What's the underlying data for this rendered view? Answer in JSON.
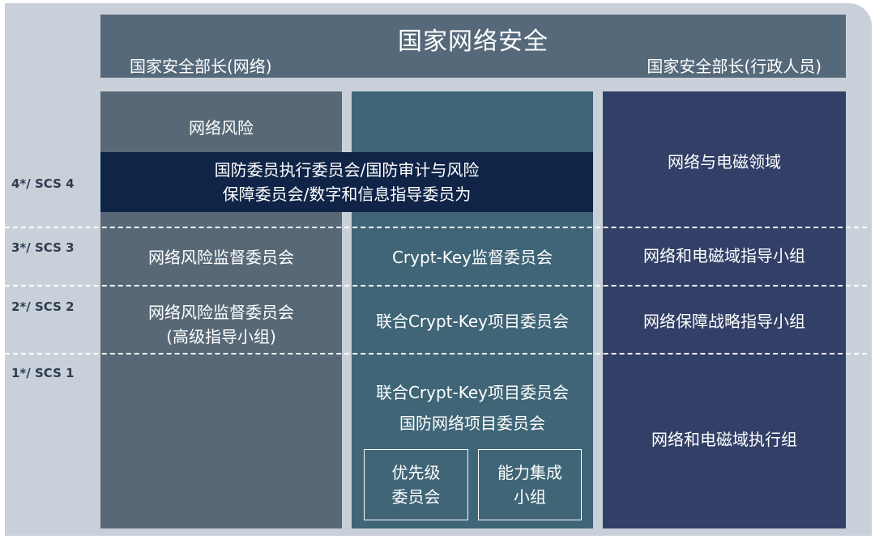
{
  "header": {
    "title": "国家网络安全",
    "left_label": "国家安全部长(网络)",
    "right_label": "国家安全部长(行政人员)"
  },
  "levels": [
    "4*/ SCS 4",
    "3*/ SCS 3",
    "2*/ SCS 2",
    "1*/ SCS 1"
  ],
  "band": {
    "line1": "国防委员执行委员会/国防审计与风险",
    "line2": "保障委员会/数字和信息指导委员为"
  },
  "left_column": {
    "top": "网络风险",
    "level3": "网络风险监督委员会",
    "level2_line1": "网络风险监督委员会",
    "level2_line2": "(高级指导小组)"
  },
  "middle_column": {
    "level3": "Crypt-Key监督委员会",
    "level2": "联合Crypt-Key项目委员会",
    "level1_line1": "联合Crypt-Key项目委员会",
    "level1_line2": "国防网络项目委员会",
    "box1_line1": "优先级",
    "box1_line2": "委员会",
    "box2_line1": "能力集成",
    "box2_line2": "小组"
  },
  "right_column": {
    "level4": "网络与电磁领域",
    "level3": "网络和电磁域指导小组",
    "level2": "网络保障战略指导小组",
    "level1": "网络和电磁域执行组"
  },
  "colors": {
    "panel": "#c9d0d9",
    "header": "#56697b",
    "left": "#586877",
    "middle": "#3f6577",
    "right": "#323f66",
    "band": "#0f2447"
  }
}
